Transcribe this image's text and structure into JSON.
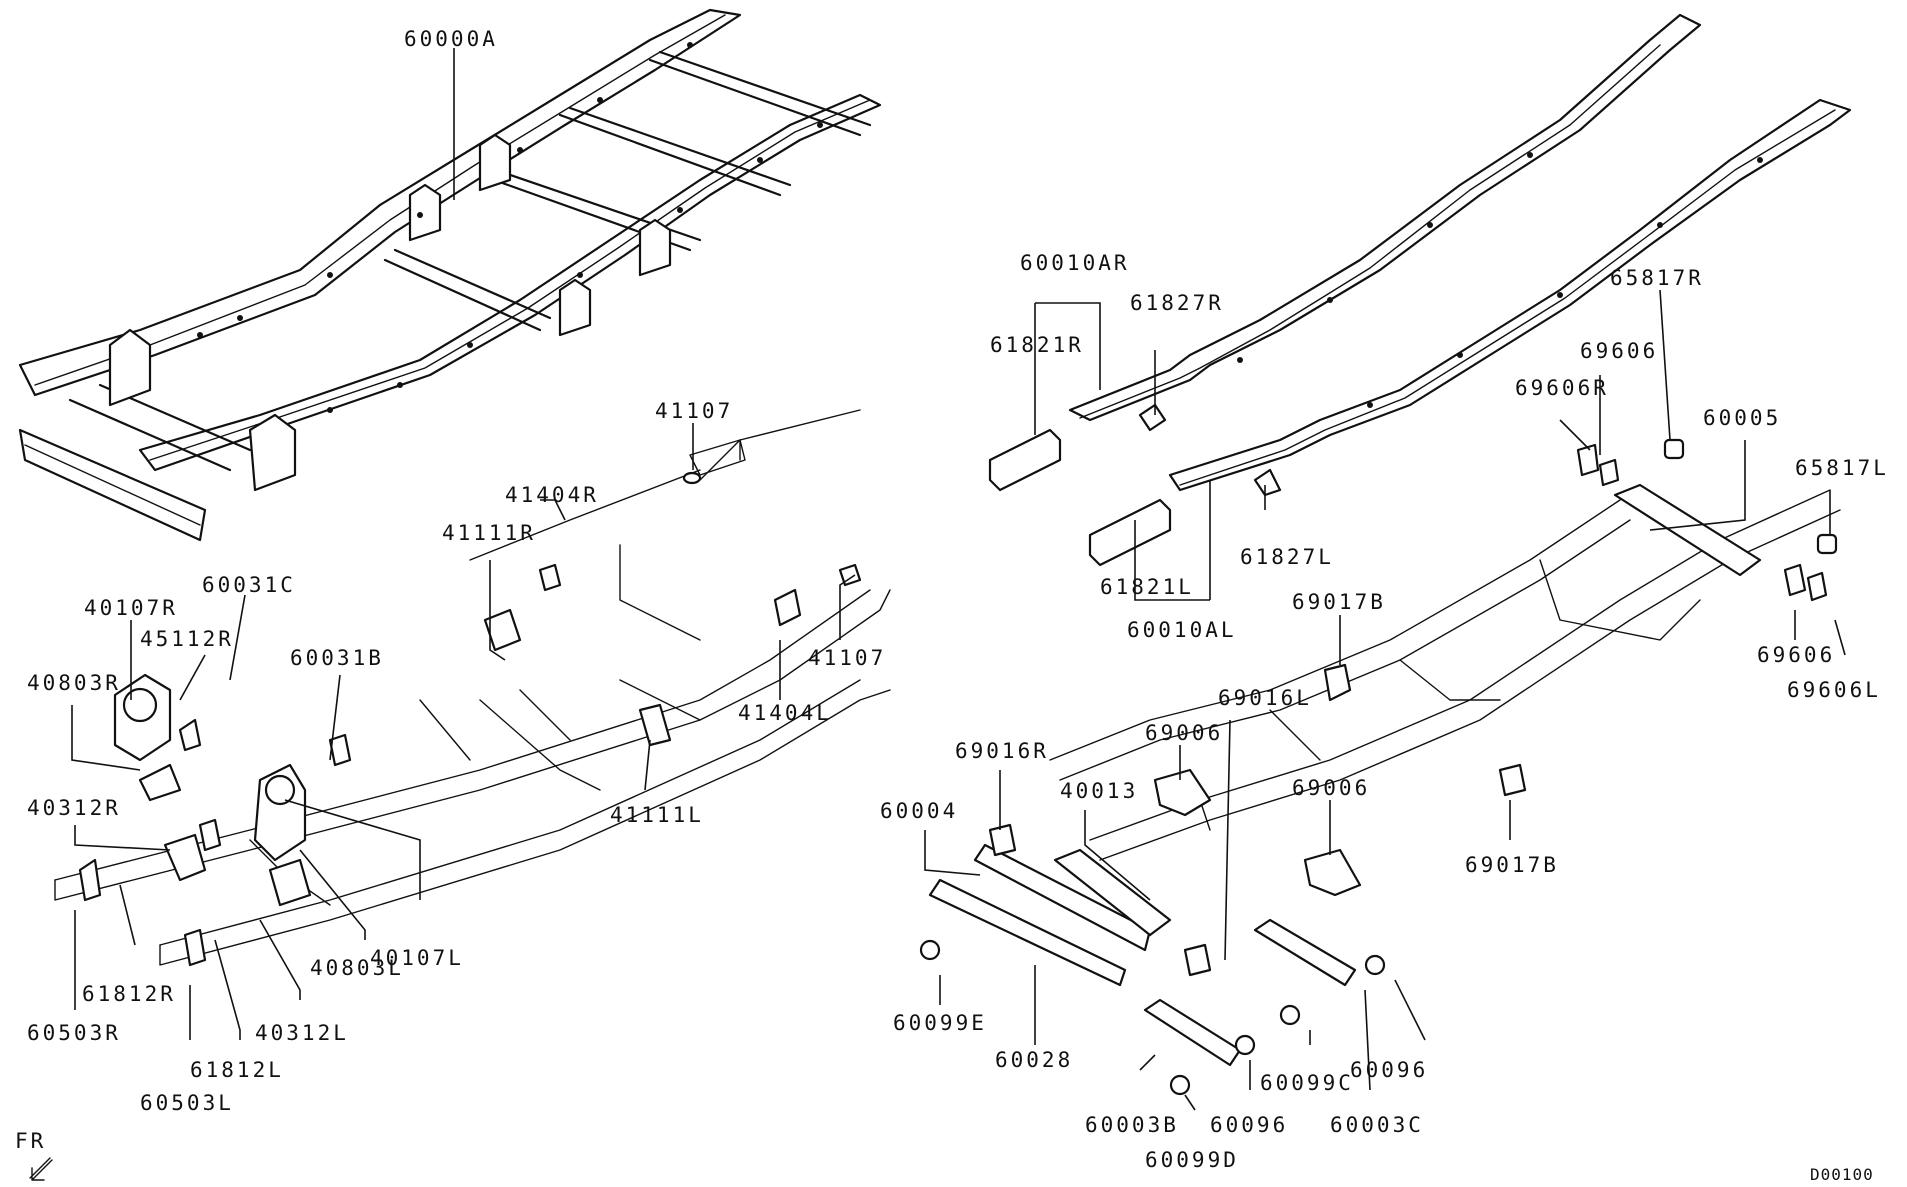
{
  "labels": {
    "l60000A": "60000A",
    "l40107R": "40107R",
    "l60031C": "60031C",
    "l45112R": "45112R",
    "l40803R": "40803R",
    "l60031B": "60031B",
    "l40312R": "40312R",
    "l40107L": "40107L",
    "l40803L": "40803L",
    "l40312L": "40312L",
    "l61812R": "61812R",
    "l61812L": "61812L",
    "l60503R": "60503R",
    "l60503L": "60503L",
    "l41107a": "41107",
    "l41107b": "41107",
    "l41404R": "41404R",
    "l41404L": "41404L",
    "l41111R": "41111R",
    "l41111L": "41111L",
    "l60010AR": "60010AR",
    "l61821R": "61821R",
    "l61827R": "61827R",
    "l61821L": "61821L",
    "l61827L": "61827L",
    "l60010AL": "60010AL",
    "l65817R": "65817R",
    "l65817L": "65817L",
    "l69606a": "69606",
    "l69606R": "69606R",
    "l69606b": "69606",
    "l69606L": "69606L",
    "l60005": "60005",
    "l69017Ba": "69017B",
    "l69017Bb": "69017B",
    "l69016L": "69016L",
    "l69016R": "69016R",
    "l69006a": "69006",
    "l69006b": "69006",
    "l40013": "40013",
    "l60004": "60004",
    "l60099E": "60099E",
    "l60028": "60028",
    "l60003B": "60003B",
    "l60096a": "60096",
    "l60096b": "60096",
    "l60099C": "60099C",
    "l60003C": "60003C",
    "l60099D": "60099D",
    "fr": "FR",
    "code": "D00100"
  }
}
